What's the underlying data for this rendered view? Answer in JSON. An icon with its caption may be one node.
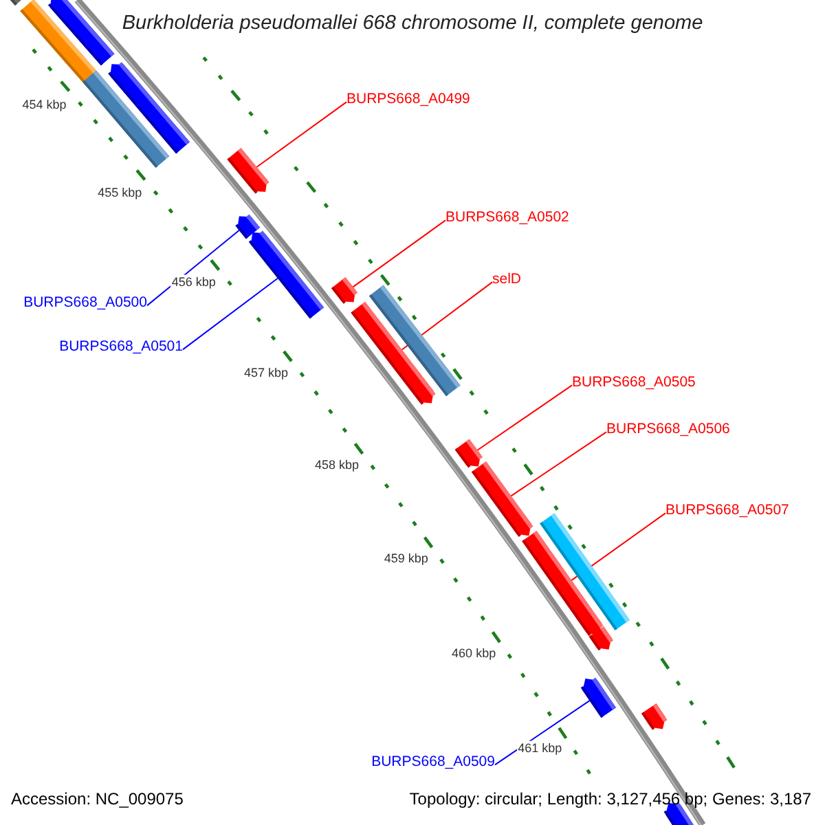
{
  "diagram": {
    "title": "Burkholderia pseudomallei 668 chromosome II, complete genome",
    "nodes": [
      {
        "text": [
          "BURPS668_A0499"
        ]
      },
      {
        "text": [],
        "shape": "bar"
      },
      {
        "text": [
          "BURPS668_A0500"
        ]
      },
      {
        "text": [],
        "shape": "bar"
      },
      {
        "text": [
          "BURPS668_A0501"
        ]
      },
      {
        "text": [],
        "shape": "bar"
      },
      {
        "text": [
          "BURPS668_A0502"
        ]
      },
      {
        "text": [],
        "shape": "bar"
      },
      {
        "text": [
          "selD"
        ]
      },
      {
        "text": [],
        "shape": "bar"
      },
      {
        "text": [
          "BURPS668_A0505"
        ]
      },
      {
        "text": [],
        "shape": "bar"
      },
      {
        "text": [
          "BURPS668_A0506"
        ]
      },
      {
        "text": [],
        "shape": "bar"
      },
      {
        "text": [
          "BURPS668_A0507"
        ]
      },
      {
        "text": [],
        "shape": "bar"
      },
      {
        "text": [
          "BURPS668_A0509"
        ]
      },
      {
        "text": [],
        "shape": "bar"
      },
      {
        "text": [],
        "shape": "bar"
      },
      {
        "text": [],
        "shape": "bar"
      },
      {
        "text": [],
        "shape": "bar"
      },
      {
        "text": [],
        "shape": "bar"
      },
      {
        "text": [],
        "shape": "bar"
      },
      {
        "text": [],
        "shape": "bar"
      },
      {
        "text": [],
        "shape": "bar"
      },
      {
        "text": [],
        "shape": "bar"
      },
      {
        "text": [],
        "shape": "bar"
      },
      {
        "text": [],
        "shape": "bar"
      }
    ],
    "edges": [
      {
        "from": 0,
        "to": 1,
        "arrow": "none"
      },
      {
        "from": 2,
        "to": 3,
        "arrow": "none",
        "color": "#0000ff"
      },
      {
        "from": 4,
        "to": 5,
        "arrow": "none",
        "color": "#0000ff"
      },
      {
        "from": 6,
        "to": 7,
        "arrow": "none"
      },
      {
        "from": 8,
        "to": 9,
        "arrow": "none"
      },
      {
        "from": 10,
        "to": 11,
        "arrow": "none"
      },
      {
        "from": 12,
        "to": 13,
        "arrow": "none"
      },
      {
        "from": 14,
        "to": 15,
        "arrow": "none"
      },
      {
        "from": 16,
        "to": 17,
        "arrow": "none",
        "color": "#0000ff"
      }
    ],
    "labels": [
      "454 kbp",
      "455 kbp",
      "456 kbp",
      "457 kbp",
      "458 kbp",
      "459 kbp",
      "460 kbp",
      "461 kbp",
      "Accession: NC_009075",
      "Topology: circular; Length: 3,127,456 bp; Genes: 3,187"
    ]
  }
}
